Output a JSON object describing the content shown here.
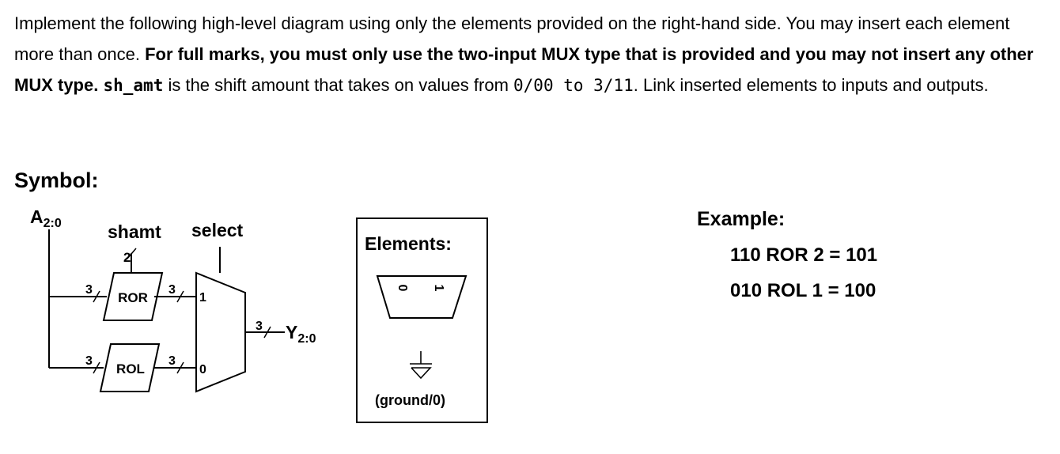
{
  "instructions": {
    "t1": "Implement the following high-level diagram using only the elements provided on the right-hand side. You may insert each element more than once.",
    "t2": " For full marks, you must only use the two-input MUX type that is provided and you may not insert any other MUX type.",
    "t3": "sh_amt",
    "t4": " is the shift amount that takes on values from ",
    "t5": "0/00 to 3/11",
    "t6": ". Link inserted elements to inputs and outputs."
  },
  "symbol": {
    "heading": "Symbol:",
    "input_label": "A",
    "input_sub": "2:0",
    "shamt_label": "shamt",
    "select_label": "select",
    "shamt_width": "2",
    "bus_width": "3",
    "ror_label": "ROR",
    "rol_label": "ROL",
    "mux_in1": "1",
    "mux_in0": "0",
    "output_label": "Y",
    "output_sub": "2:0"
  },
  "elements": {
    "heading": "Elements:",
    "mux_in0": "0",
    "mux_in1": "1",
    "ground_label": "(ground/0)"
  },
  "example": {
    "heading": "Example:",
    "line1": "110 ROR 2 = 101",
    "line2": "010 ROL 1 = 100"
  }
}
